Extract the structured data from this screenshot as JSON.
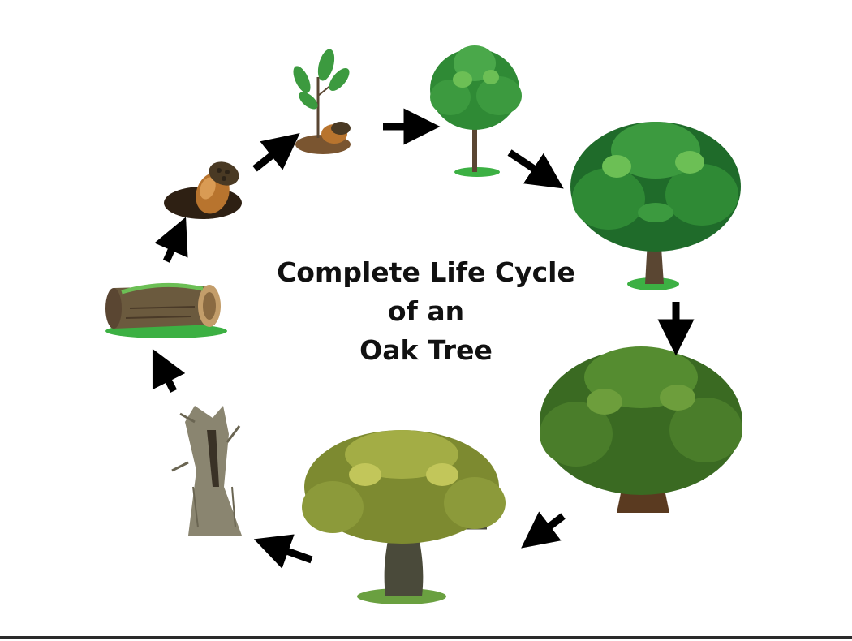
{
  "title_lines": [
    "Complete Life Cycle",
    "of an",
    "Oak Tree"
  ],
  "stages": [
    {
      "name": "acorn"
    },
    {
      "name": "sprout"
    },
    {
      "name": "sapling"
    },
    {
      "name": "young-tree"
    },
    {
      "name": "mature-tree"
    },
    {
      "name": "ancient-tree"
    },
    {
      "name": "dead-tree"
    },
    {
      "name": "fallen-log"
    }
  ],
  "colors": {
    "leaf_dark": "#1f6b2a",
    "leaf_mid": "#3c9a3f",
    "leaf_light": "#6cbf55",
    "old_leaf": "#8c9a3a",
    "bark": "#5a4632",
    "soil": "#2e2013",
    "acorn_nut": "#b8742e",
    "acorn_cap": "#4a3a24",
    "grass": "#3cb043",
    "arrow": "#000000"
  }
}
